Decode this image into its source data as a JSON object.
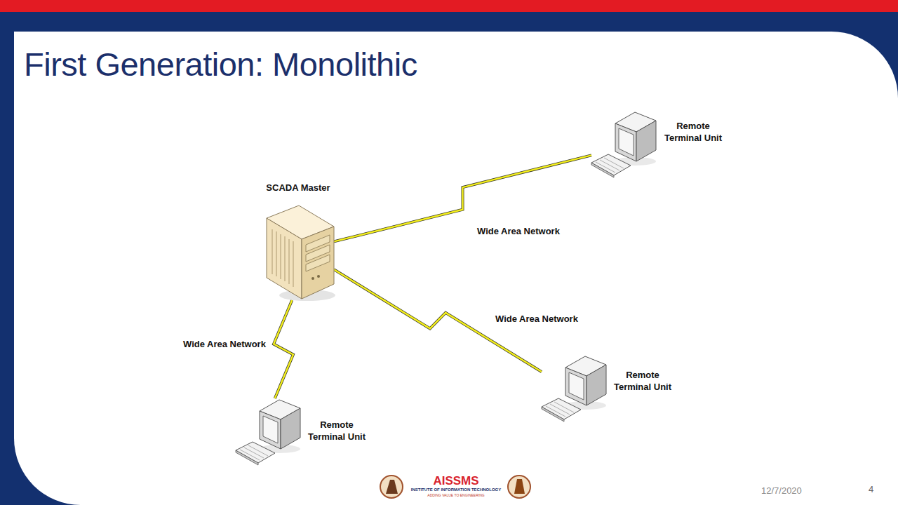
{
  "diagram": {
    "title": "First Generation: Monolithic",
    "nodes": [
      {
        "text": [
          "Remote Terminal Unit"
        ]
      },
      {
        "text": [
          "SCADA Master"
        ]
      },
      {
        "text": [
          "Remote Terminal Unit"
        ]
      },
      {
        "text": [
          "Remote Terminal Unit"
        ]
      }
    ],
    "edges": [
      {
        "from": 1,
        "to": 0,
        "label": "Wide Area Network",
        "arrow": "none"
      },
      {
        "from": 1,
        "to": 2,
        "label": "Wide Area Network",
        "arrow": "none"
      },
      {
        "from": 1,
        "to": 3,
        "label": "Wide Area Network",
        "arrow": "none"
      }
    ],
    "labels": [
      "AISSMS",
      "INSTITUTE OF INFORMATION TECHNOLOGY",
      "ADDING VALUE TO ENGINEERING",
      "12/7/2020",
      "4"
    ]
  }
}
